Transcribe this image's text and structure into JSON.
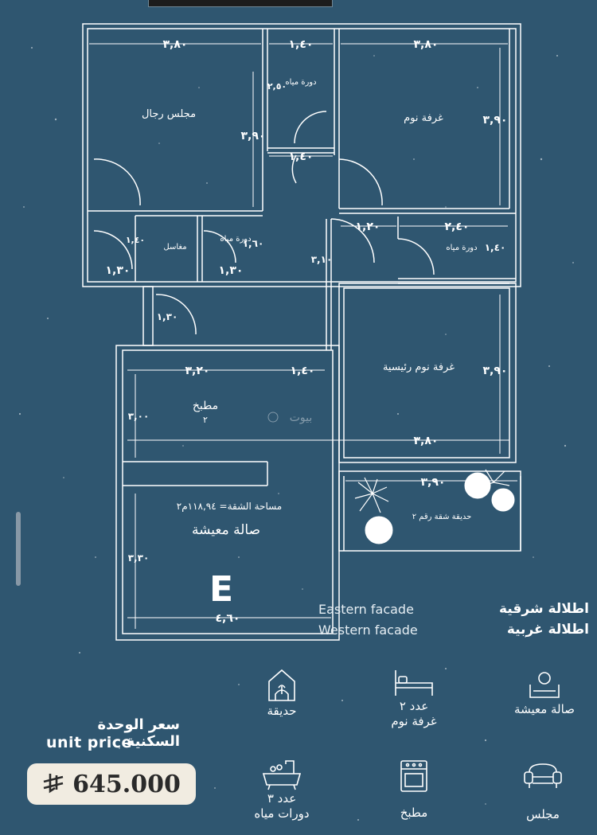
{
  "plan": {
    "rooms": {
      "majlis": "مجلس رجال",
      "bath_top": "دورة مياه",
      "bedroom": "غرفة نوم",
      "bath_right": "دورة مياه",
      "washroom": "مغاسل",
      "bath_small": "دورة مياه",
      "master_bedroom": "غرفة نوم رئيسية",
      "kitchen": "مطبخ",
      "kitchen_num": "٢",
      "area_label": "مساحة الشقة= ١١٨,٩٤م٢",
      "living": "صالة معيشة",
      "garden_label": "حديقة شقة رقم ٢"
    },
    "dims": {
      "d1": "٣,٨٠",
      "d2": "١,٤٠",
      "d3": "٣,٨٠",
      "d4": "٢,٥٠",
      "d5": "٣,٩٠",
      "d6": "٣,٩٠",
      "d7": "١,٤٠",
      "d8": "١,٢٠",
      "d9": "٢,٤٠",
      "d10": "١,٤٠",
      "d11": "١,٦٠",
      "d12": "١,٣٠",
      "d13": "١,٣٠",
      "d14": "٣,١٠",
      "d15": "١,٤٠",
      "d16": "١,٣٠",
      "d17": "٣,٢٠",
      "d18": "١,٤٠",
      "d19": "٣,٩٠",
      "d20": "٣,٠٠",
      "d21": "٣,٨٠",
      "d22": "٣,٩٠",
      "d23": "٣,٣٠",
      "d24": "٤,٦٠"
    },
    "unit_letter": "E",
    "watermark": "بيوت"
  },
  "facade": {
    "east_en": "Eastern facade",
    "east_ar": "اطلالة شرقية",
    "west_en": "Western facade",
    "west_ar": "اطلالة غربية"
  },
  "features": {
    "garden": "حديقة",
    "bedrooms": [
      "عدد ٢",
      "غرفة نوم"
    ],
    "living": "صالة معيشة",
    "bathrooms": [
      "عدد ٣",
      "دورات مياه"
    ],
    "kitchen": "مطبخ",
    "majlis": "مجلس"
  },
  "price": {
    "title_ar": "سعر الوحدة السكنية",
    "title_en": "unit price",
    "value": "645.000",
    "currency_icon": "riyal-symbol-icon"
  }
}
